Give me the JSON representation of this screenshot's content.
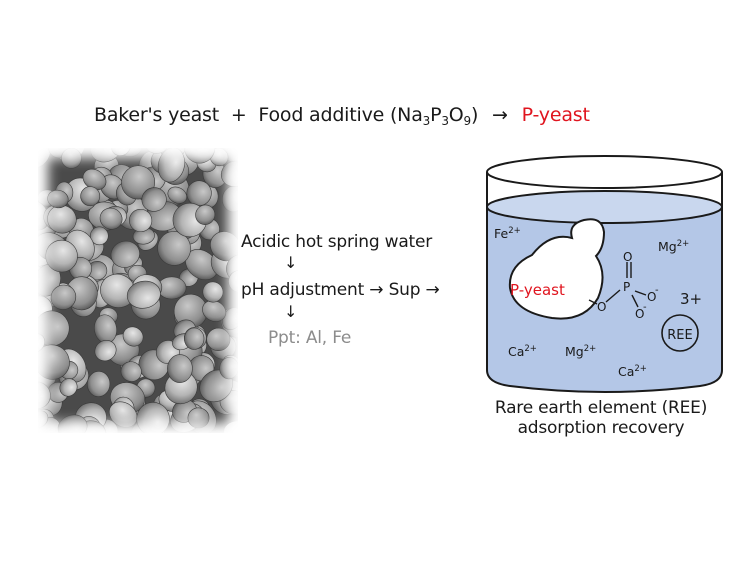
{
  "title": {
    "reactant1": "Baker's yeast",
    "plus": "+",
    "reactant2_prefix": "Food additive (Na",
    "sub1": "3",
    "p": "P",
    "sub2": "3",
    "o": "O",
    "sub3": "9",
    "close_paren": ")",
    "arrow": "→",
    "product": "P-yeast"
  },
  "microscopy": {
    "alt": "Electron micrograph of baker's yeast cells"
  },
  "process_flow": {
    "step1": "Acidic hot spring water",
    "down_arrow1": "↓",
    "step2": "pH adjustment",
    "arrow2": "→",
    "step3": "Sup",
    "arrow3": "→",
    "down_arrow2": "↓",
    "precipitate": "Ppt: Al, Fe"
  },
  "beaker": {
    "yeast_label": "P-yeast",
    "ions": [
      {
        "symbol": "Fe",
        "charge": "2+"
      },
      {
        "symbol": "Mg",
        "charge": "2+"
      },
      {
        "symbol": "Ca",
        "charge": "2+"
      },
      {
        "symbol": "Mg",
        "charge": "2+"
      },
      {
        "symbol": "Ca",
        "charge": "2+"
      }
    ],
    "phosphate": {
      "p": "P",
      "o_double": "O",
      "o_link": "O",
      "o_minus1": "O",
      "o_minus2": "O",
      "minus": "-"
    },
    "ree_label": "REE",
    "ree_charge": "3+"
  },
  "caption": {
    "line1": "Rare earth element (REE)",
    "line2": "adsorption recovery"
  },
  "colors": {
    "accent_red": "#e0141e",
    "liquid_blue": "#b4c7e7",
    "surface_blue": "#c9d7ee",
    "text_gray": "#8c8c8c"
  }
}
